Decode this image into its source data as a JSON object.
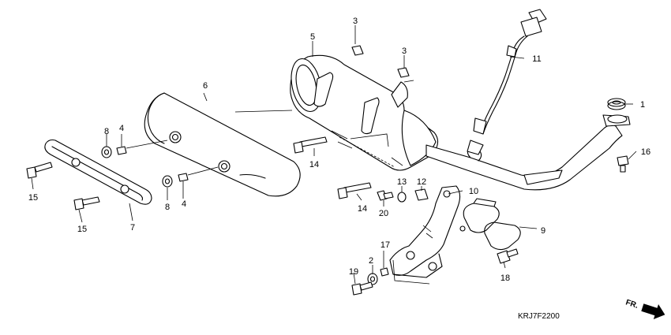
{
  "diagram": {
    "callouts": {
      "c1": "1",
      "c2": "2",
      "c3a": "3",
      "c3b": "3",
      "c4a": "4",
      "c4b": "4",
      "c5": "5",
      "c6": "6",
      "c7": "7",
      "c8a": "8",
      "c8b": "8",
      "c9": "9",
      "c10": "10",
      "c11": "11",
      "c12": "12",
      "c13": "13",
      "c14a": "14",
      "c14b": "14",
      "c15a": "15",
      "c15b": "15",
      "c16": "16",
      "c17": "17",
      "c18": "18",
      "c19": "19",
      "c20": "20"
    },
    "drawing_code": "KRJ7F2200",
    "front_marker": "FR."
  }
}
